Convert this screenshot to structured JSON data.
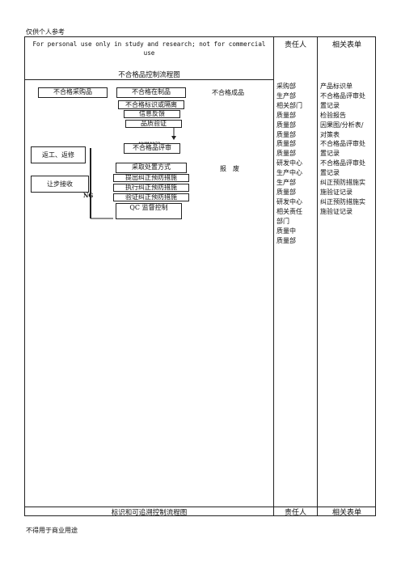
{
  "header_note": "仅供个人参考",
  "footer_note": "不得用于商业用途",
  "notice": {
    "line1": "For personal use only in study and research; not for commercial",
    "line2": "use"
  },
  "columns": {
    "responsible": "责任人",
    "forms": "相关表单"
  },
  "section1_title": "不合格品控制流程图",
  "section2_title": "标识和可追溯控制流程图",
  "flow": {
    "purchase": "不合格采购品",
    "in_process": "不合格在制品",
    "finished": "不合格成品",
    "identify_isolate": "不合格标识或隔离",
    "feedback": "信息反馈",
    "quality_verify": "品质验证",
    "sample_verify": "的样的验",
    "review": "不合格品评审",
    "rework": "返工、返修",
    "disposal": "采取处置方式",
    "scrap": "报　废",
    "concession": "让步接收",
    "ng": "NG",
    "propose": "提出纠正预防措施",
    "execute": "执行纠正预防措施",
    "validate": "验证纠正预防措施",
    "qc": "QC 监督控制"
  },
  "responsible_list": [
    "采购部",
    "生产部",
    "相关部门",
    "质量部",
    "质量部",
    "质量部",
    "质量部",
    "质量部",
    "研发中心",
    "生产中心",
    "生产部",
    "质量部",
    "研发中心",
    "相关责任",
    "部门",
    "质量中",
    "质量部"
  ],
  "forms_list": [
    "产品标识单",
    "不合格品评审处",
    "置记录",
    "检验报告",
    "因果图/分析表/",
    "对策表",
    "不合格品评审处",
    "置记录",
    "不合格品评审处",
    "置记录",
    "纠正预防措施实",
    "施验证记录",
    "纠正预防措施实",
    "施验证记录"
  ]
}
